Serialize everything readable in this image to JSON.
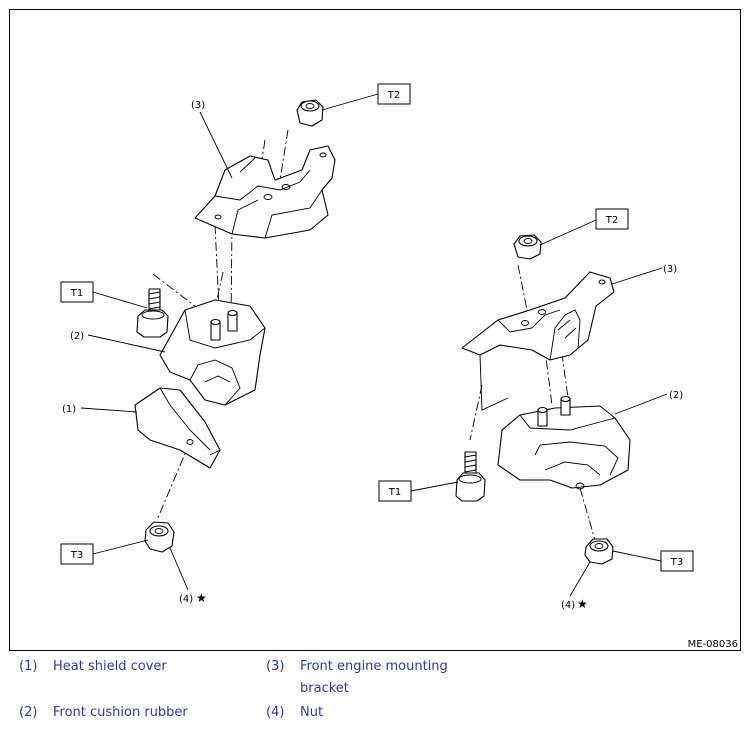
{
  "figure": {
    "code": "ME-08036",
    "left_view": {
      "labels": {
        "T1": "T1",
        "T2": "T2",
        "T3": "T3",
        "p1": "(1)",
        "p2": "(2)",
        "p3": "(3)",
        "p4": "(4)"
      }
    },
    "right_view": {
      "labels": {
        "T1": "T1",
        "T2": "T2",
        "T3": "T3",
        "p2": "(2)",
        "p3": "(3)",
        "p4": "(4)"
      }
    },
    "star": "★"
  },
  "legend": [
    {
      "num": "(1)",
      "text": "Heat shield cover"
    },
    {
      "num": "(2)",
      "text": "Front cushion rubber"
    },
    {
      "num": "(3)",
      "text": "Front engine mounting bracket"
    },
    {
      "num": "(4)",
      "text": "Nut"
    }
  ]
}
